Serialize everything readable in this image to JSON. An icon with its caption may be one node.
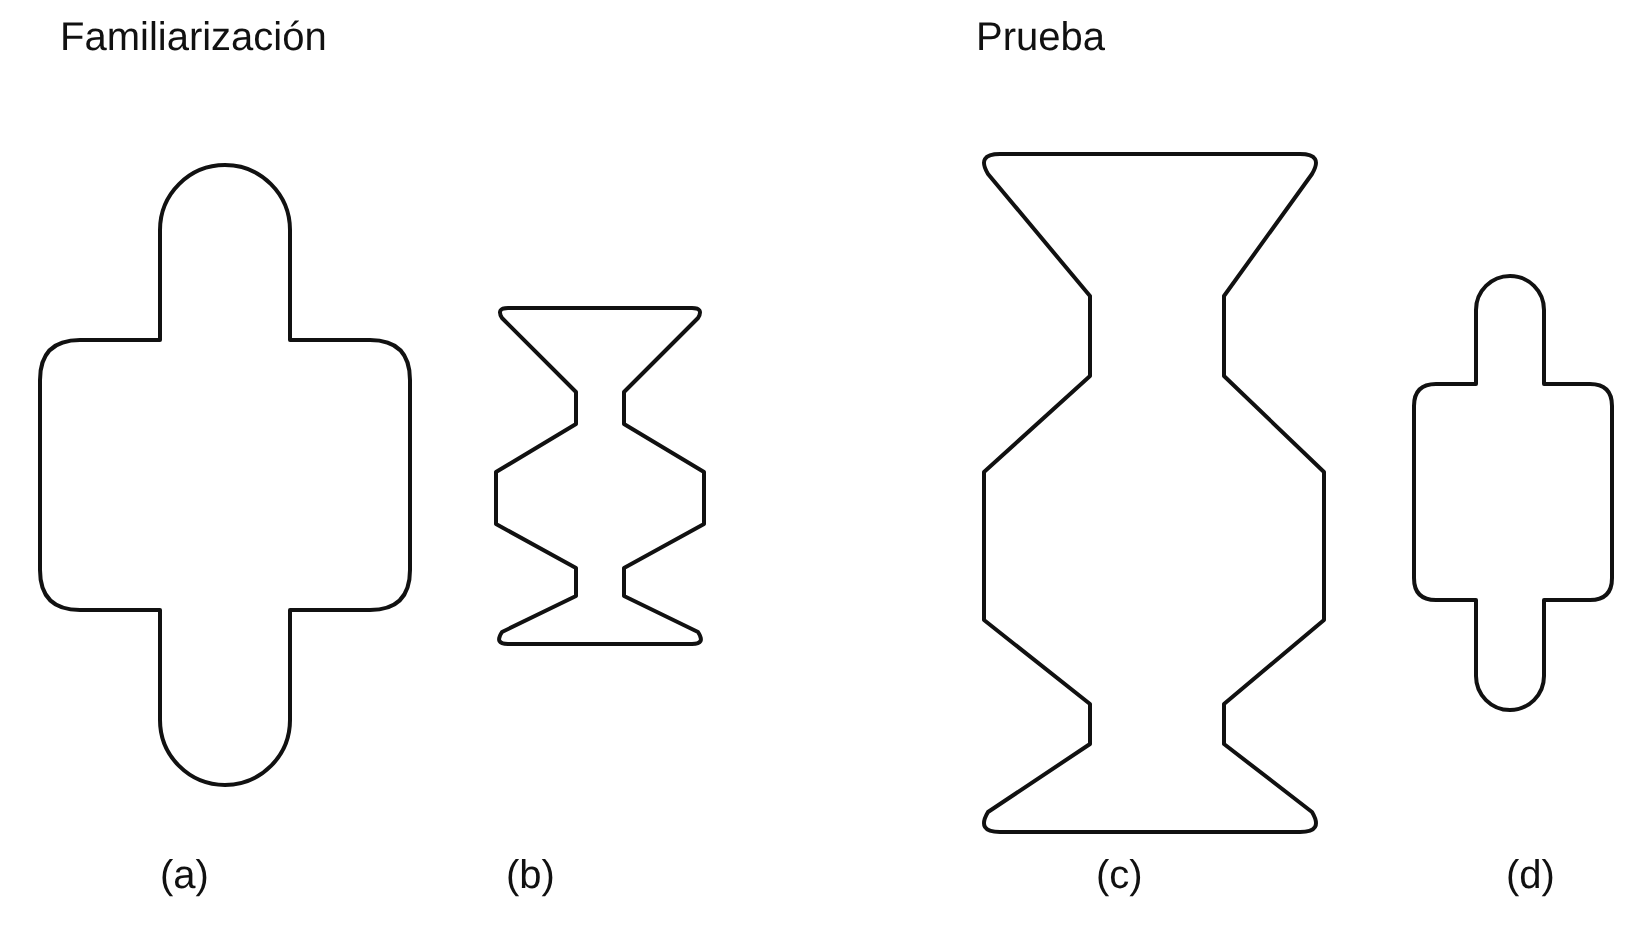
{
  "diagram": {
    "labels": [
      "Familiarización",
      "Prueba",
      "(a)",
      "(b)",
      "(c)",
      "(d)"
    ]
  }
}
